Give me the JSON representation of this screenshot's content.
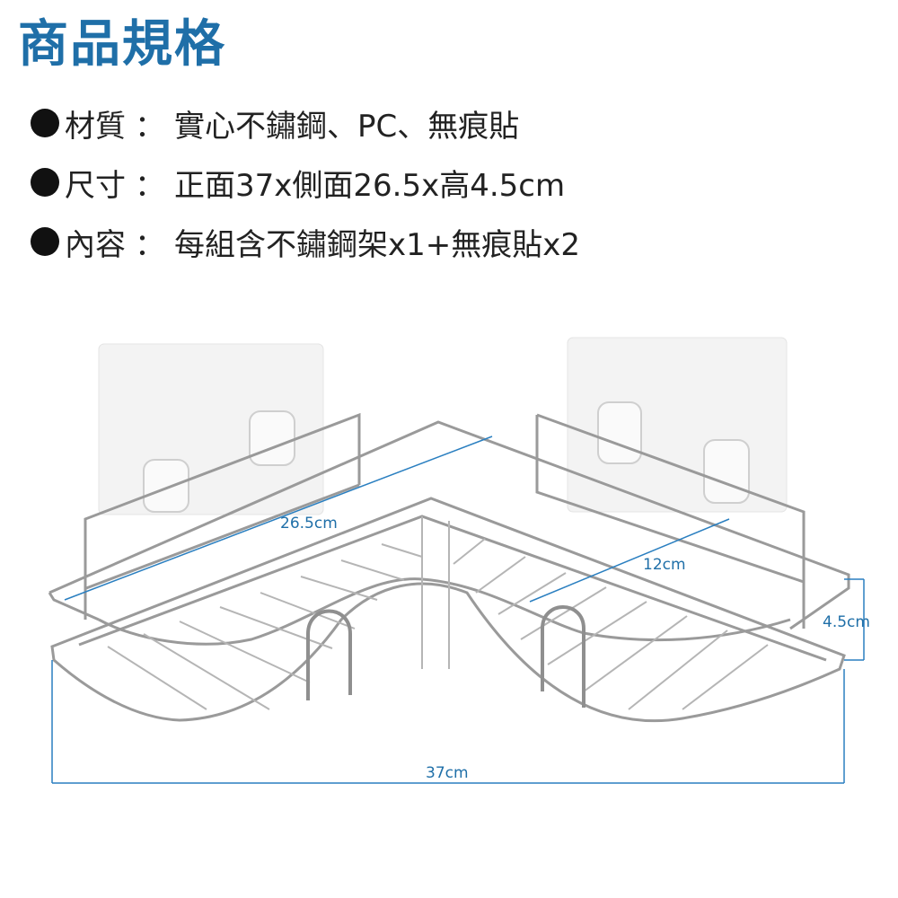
{
  "title": "商品規格",
  "specs": [
    {
      "label": "材質",
      "value": "實心不鏽鋼、PC、無痕貼"
    },
    {
      "label": "尺寸",
      "value": "正面37x側面26.5x高4.5cm"
    },
    {
      "label": "內容",
      "value": "每組含不鏽鋼架x1+無痕貼x2"
    }
  ],
  "separator": "：",
  "dimensions": {
    "side": "26.5cm",
    "depth": "12cm",
    "height": "4.5cm",
    "front": "37cm"
  },
  "colors": {
    "title": "#1f6fa8",
    "dimension_line": "#2a7fc0"
  }
}
